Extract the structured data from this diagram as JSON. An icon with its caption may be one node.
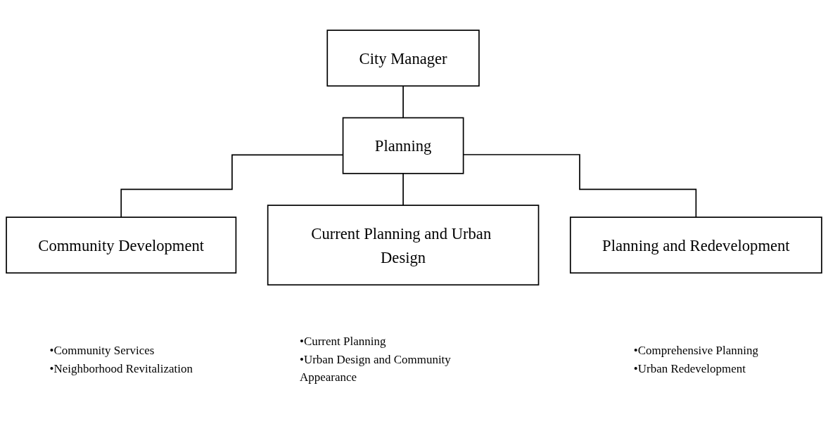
{
  "diagram": {
    "nodes": [
      {
        "text": [
          "City Manager"
        ]
      },
      {
        "text": [
          "Planning"
        ]
      },
      {
        "text": [
          "Community Development"
        ],
        "beside": [
          "•Community Services",
          "•Neighborhood Revitalization"
        ]
      },
      {
        "text": [
          "Current Planning and Urban Design"
        ],
        "beside": [
          "•Current Planning",
          "•Urban Design and Community Appearance"
        ]
      },
      {
        "text": [
          "Planning and Redevelopment"
        ],
        "beside": [
          "•Comprehensive Planning",
          "•Urban Redevelopment"
        ]
      }
    ],
    "edges": [
      {
        "from": 0,
        "to": 1,
        "arrow": "none"
      },
      {
        "from": 1,
        "to": 2,
        "arrow": "none"
      },
      {
        "from": 1,
        "to": 3,
        "arrow": "none"
      },
      {
        "from": 1,
        "to": 4,
        "arrow": "none"
      }
    ]
  }
}
